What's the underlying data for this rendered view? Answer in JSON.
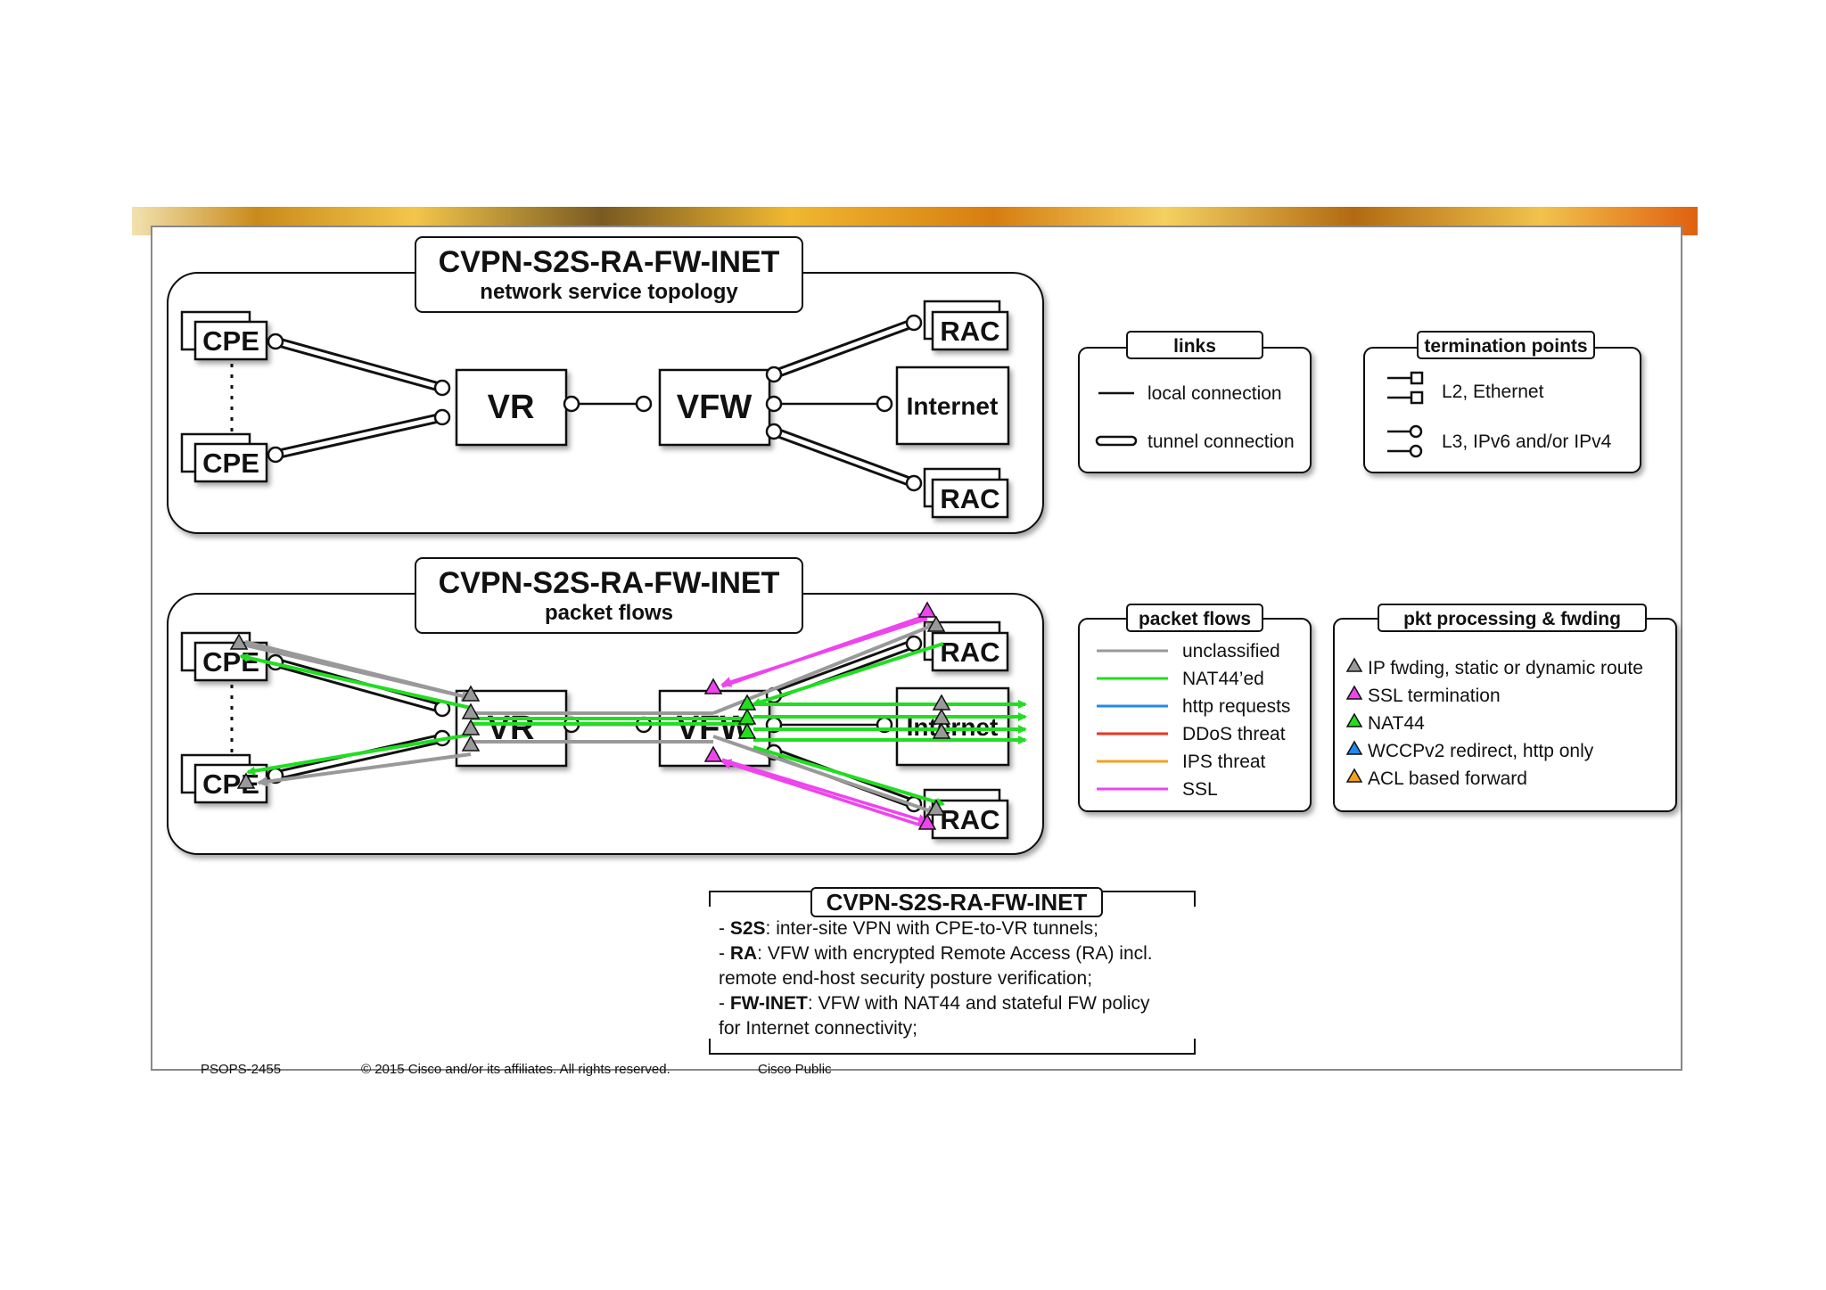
{
  "footer": {
    "code": "PSOPS-2455",
    "copyright": "© 2015 Cisco and/or its affiliates. All rights reserved.",
    "classification": "Cisco Public"
  },
  "topology": {
    "title": "CVPN-S2S-RA-FW-INET",
    "subtitle": "network service topology",
    "nodes": {
      "cpe": "CPE",
      "vr": "VR",
      "vfw": "VFW",
      "rac": "RAC",
      "internet": "Internet"
    }
  },
  "flows": {
    "title": "CVPN-S2S-RA-FW-INET",
    "subtitle": "packet flows",
    "nodes": {
      "cpe": "CPE",
      "vr": "VR",
      "vfw": "VFW",
      "rac": "RAC",
      "internet": "Internet"
    }
  },
  "legend_links": {
    "title": "links",
    "items": [
      "local connection",
      "tunnel connection"
    ]
  },
  "legend_termination": {
    "title": "termination points",
    "items": [
      "L2, Ethernet",
      "L3, IPv6 and/or IPv4"
    ]
  },
  "legend_flows": {
    "title": "packet flows",
    "items": [
      {
        "label": "unclassified",
        "color": "#999999"
      },
      {
        "label": "NAT44’ed",
        "color": "#22dd22"
      },
      {
        "label": "http requests",
        "color": "#2288ee"
      },
      {
        "label": "DDoS threat",
        "color": "#ee3322"
      },
      {
        "label": "IPS threat",
        "color": "#f5a020"
      },
      {
        "label": "SSL",
        "color": "#ee44ee"
      }
    ]
  },
  "legend_processing": {
    "title": "pkt processing & fwding",
    "items": [
      {
        "label": "IP fwding, static or dynamic route",
        "color": "#999999"
      },
      {
        "label": "SSL termination",
        "color": "#ee44ee"
      },
      {
        "label": "NAT44",
        "color": "#22dd22"
      },
      {
        "label": "WCCPv2 redirect, http only",
        "color": "#2288ee"
      },
      {
        "label": "ACL based forward",
        "color": "#f5a020"
      }
    ]
  },
  "description": {
    "title": "CVPN-S2S-RA-FW-INET",
    "lines": [
      {
        "prefix": "- ",
        "term": "S2S",
        "text": ": inter-site VPN with CPE-to-VR tunnels;"
      },
      {
        "prefix": "- ",
        "term": "RA",
        "text": ": VFW with encrypted Remote Access (RA) incl."
      },
      {
        "prefix": "",
        "term": "",
        "text": "remote end-host security posture verification;"
      },
      {
        "prefix": "- ",
        "term": "FW-INET",
        "text": ": VFW with NAT44 and stateful FW policy"
      },
      {
        "prefix": "",
        "term": "",
        "text": "for Internet connectivity;"
      }
    ]
  }
}
